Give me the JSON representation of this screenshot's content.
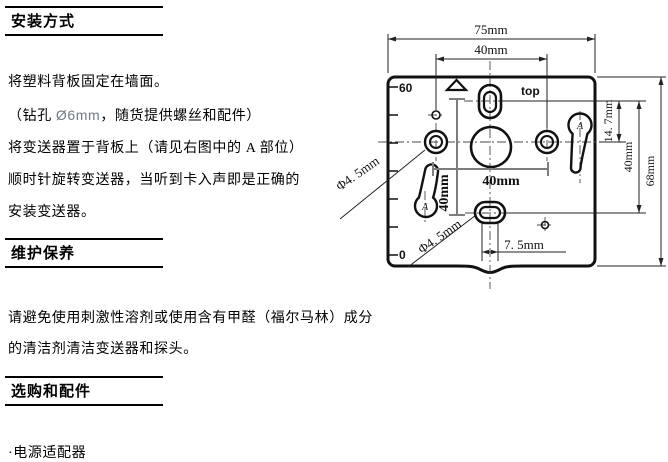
{
  "colors": {
    "text": "#000000",
    "diameter_note": "#6e7b87",
    "outline": "#111111",
    "dim_gray": "#7d7d7d"
  },
  "sections": {
    "install": {
      "heading": "安装方式",
      "line1": "将塑料背板固定在墙面。",
      "line2_pre": "（钻孔 ",
      "line2_dia": "Ø6mm",
      "line2_post": "，随货提供螺丝和配件）",
      "line3": "将变送器置于背板上（请见右图中的 A 部位）",
      "line4": "顺时针旋转变送器，当听到卡入声即是正确的",
      "line5": "安装变送器。"
    },
    "maintenance": {
      "heading": "维护保养",
      "line1": "请避免使用刺激性溶剂或使用含有甲醛（福尔马林）成分",
      "line2": "的清洁剂清洁变送器和探头。"
    },
    "accessories": {
      "heading": "选购和配件",
      "item1": "·电源适配器"
    }
  },
  "diagram": {
    "dim_width_total": "75mm",
    "dim_width_holes": "40mm",
    "dim_center_horizontal": "40mm",
    "dim_center_vertical": "40mm",
    "dim_slot_offset": "14. 7mm",
    "dim_height_holes": "40mm",
    "dim_height_total": "68mm",
    "dim_slot_width": "7. 5mm",
    "dia_left_hole": "Φ4. 5mm",
    "dia_bottom_slot": "Φ4. 5mm",
    "label_top": "top",
    "scale_60": "60",
    "scale_0": "0",
    "label_a_right": "A",
    "label_a_left": "A"
  }
}
